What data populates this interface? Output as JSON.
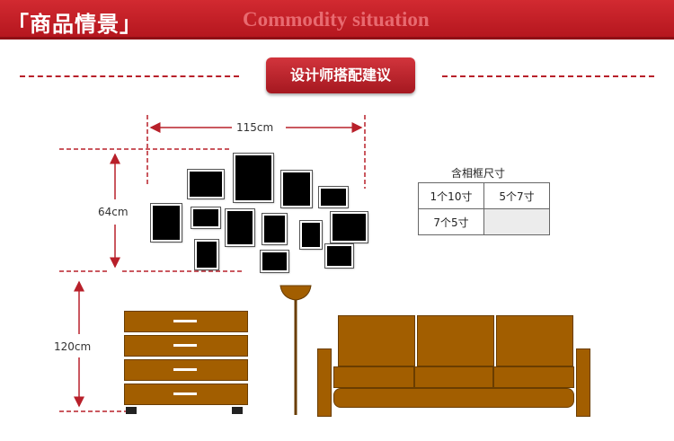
{
  "banner": {
    "title_zh": "「商品情景」",
    "title_en": "Commodity situation"
  },
  "section": {
    "pill_label": "设计师搭配建议"
  },
  "dimensions": {
    "width_label": "115cm",
    "height_label": "64cm",
    "furniture_height_label": "120cm"
  },
  "table": {
    "title": "含相框尺寸",
    "rows": [
      [
        "1个10寸",
        "5个7寸"
      ],
      [
        "7个5寸",
        ""
      ]
    ]
  },
  "colors": {
    "accent": "#b8202a",
    "furniture": "#a25e00"
  }
}
